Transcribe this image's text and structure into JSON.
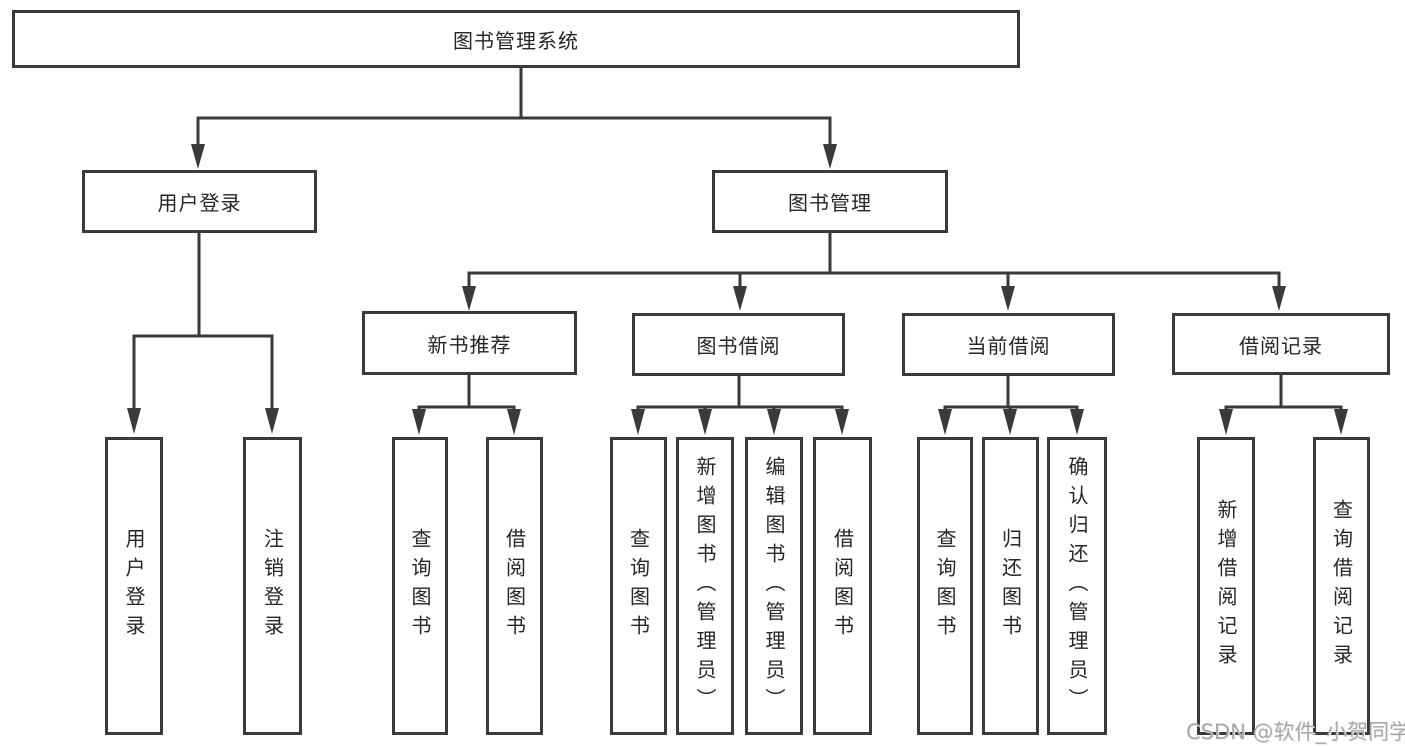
{
  "tree": {
    "root": "图书管理系统",
    "branches": [
      {
        "label": "用户登录",
        "children": [
          {
            "label": "用户登录"
          },
          {
            "label": "注销登录"
          }
        ]
      },
      {
        "label": "图书管理",
        "children": [
          {
            "label": "新书推荐",
            "children": [
              {
                "label": "查询图书"
              },
              {
                "label": "借阅图书"
              }
            ]
          },
          {
            "label": "图书借阅",
            "children": [
              {
                "label": "查询图书"
              },
              {
                "label": "新增图书（管理员）"
              },
              {
                "label": "编辑图书（管理员）"
              },
              {
                "label": "借阅图书"
              }
            ]
          },
          {
            "label": "当前借阅",
            "children": [
              {
                "label": "查询图书"
              },
              {
                "label": "归还图书"
              },
              {
                "label": "确认归还（管理员）"
              }
            ]
          },
          {
            "label": "借阅记录",
            "children": [
              {
                "label": "新增借阅记录"
              },
              {
                "label": "查询借阅记录"
              }
            ]
          }
        ]
      }
    ]
  },
  "watermark": {
    "text": "CSDN @软件_小贺同学"
  },
  "colors": {
    "line": "#3a3a3a",
    "box_border": "#3a3a3a",
    "text": "#262626",
    "watermark": "#a8a8a8",
    "background": "#ffffff"
  }
}
